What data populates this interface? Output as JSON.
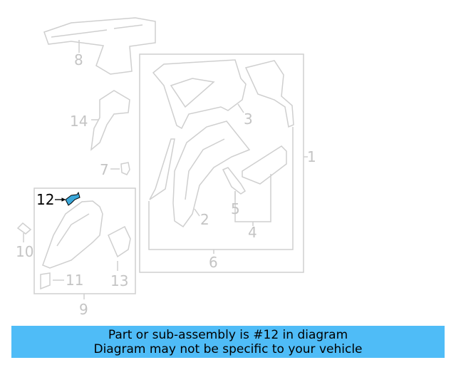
{
  "diagram": {
    "callouts": [
      {
        "id": "1",
        "label": "1"
      },
      {
        "id": "2",
        "label": "2"
      },
      {
        "id": "3",
        "label": "3"
      },
      {
        "id": "4",
        "label": "4"
      },
      {
        "id": "5",
        "label": "5"
      },
      {
        "id": "6",
        "label": "6"
      },
      {
        "id": "7",
        "label": "7"
      },
      {
        "id": "8",
        "label": "8"
      },
      {
        "id": "9",
        "label": "9"
      },
      {
        "id": "10",
        "label": "10"
      },
      {
        "id": "11",
        "label": "11"
      },
      {
        "id": "12",
        "label": "12",
        "highlighted": true
      },
      {
        "id": "13",
        "label": "13"
      },
      {
        "id": "14",
        "label": "14"
      }
    ],
    "colors": {
      "line": "#cfcfcf",
      "label": "#c4c4c4",
      "highlight_part": "#3aa7d9",
      "highlight_label": "#000000"
    }
  },
  "banner": {
    "line1": "Part or sub-assembly is #12 in diagram",
    "line2": "Diagram may not be specific to your vehicle",
    "color": "#4fbcf7"
  }
}
